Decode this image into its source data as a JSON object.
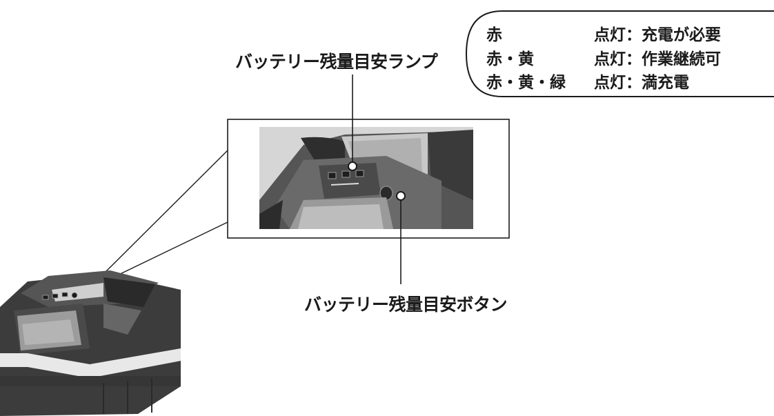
{
  "labels": {
    "lamp": "バッテリー残量目安ランプ",
    "button": "バッテリー残量目安ボタン"
  },
  "legend": {
    "rows": [
      {
        "colors": "赤",
        "state": "点灯：充電が必要"
      },
      {
        "colors": "赤・黄",
        "state": "点灯：作業継続可"
      },
      {
        "colors": "赤・黄・緑",
        "state": "点灯：満充電"
      }
    ]
  },
  "colors": {
    "ink": "#1a1a1a",
    "battery_body": "#3e3e3e",
    "battery_band": "#e8e8e8"
  }
}
